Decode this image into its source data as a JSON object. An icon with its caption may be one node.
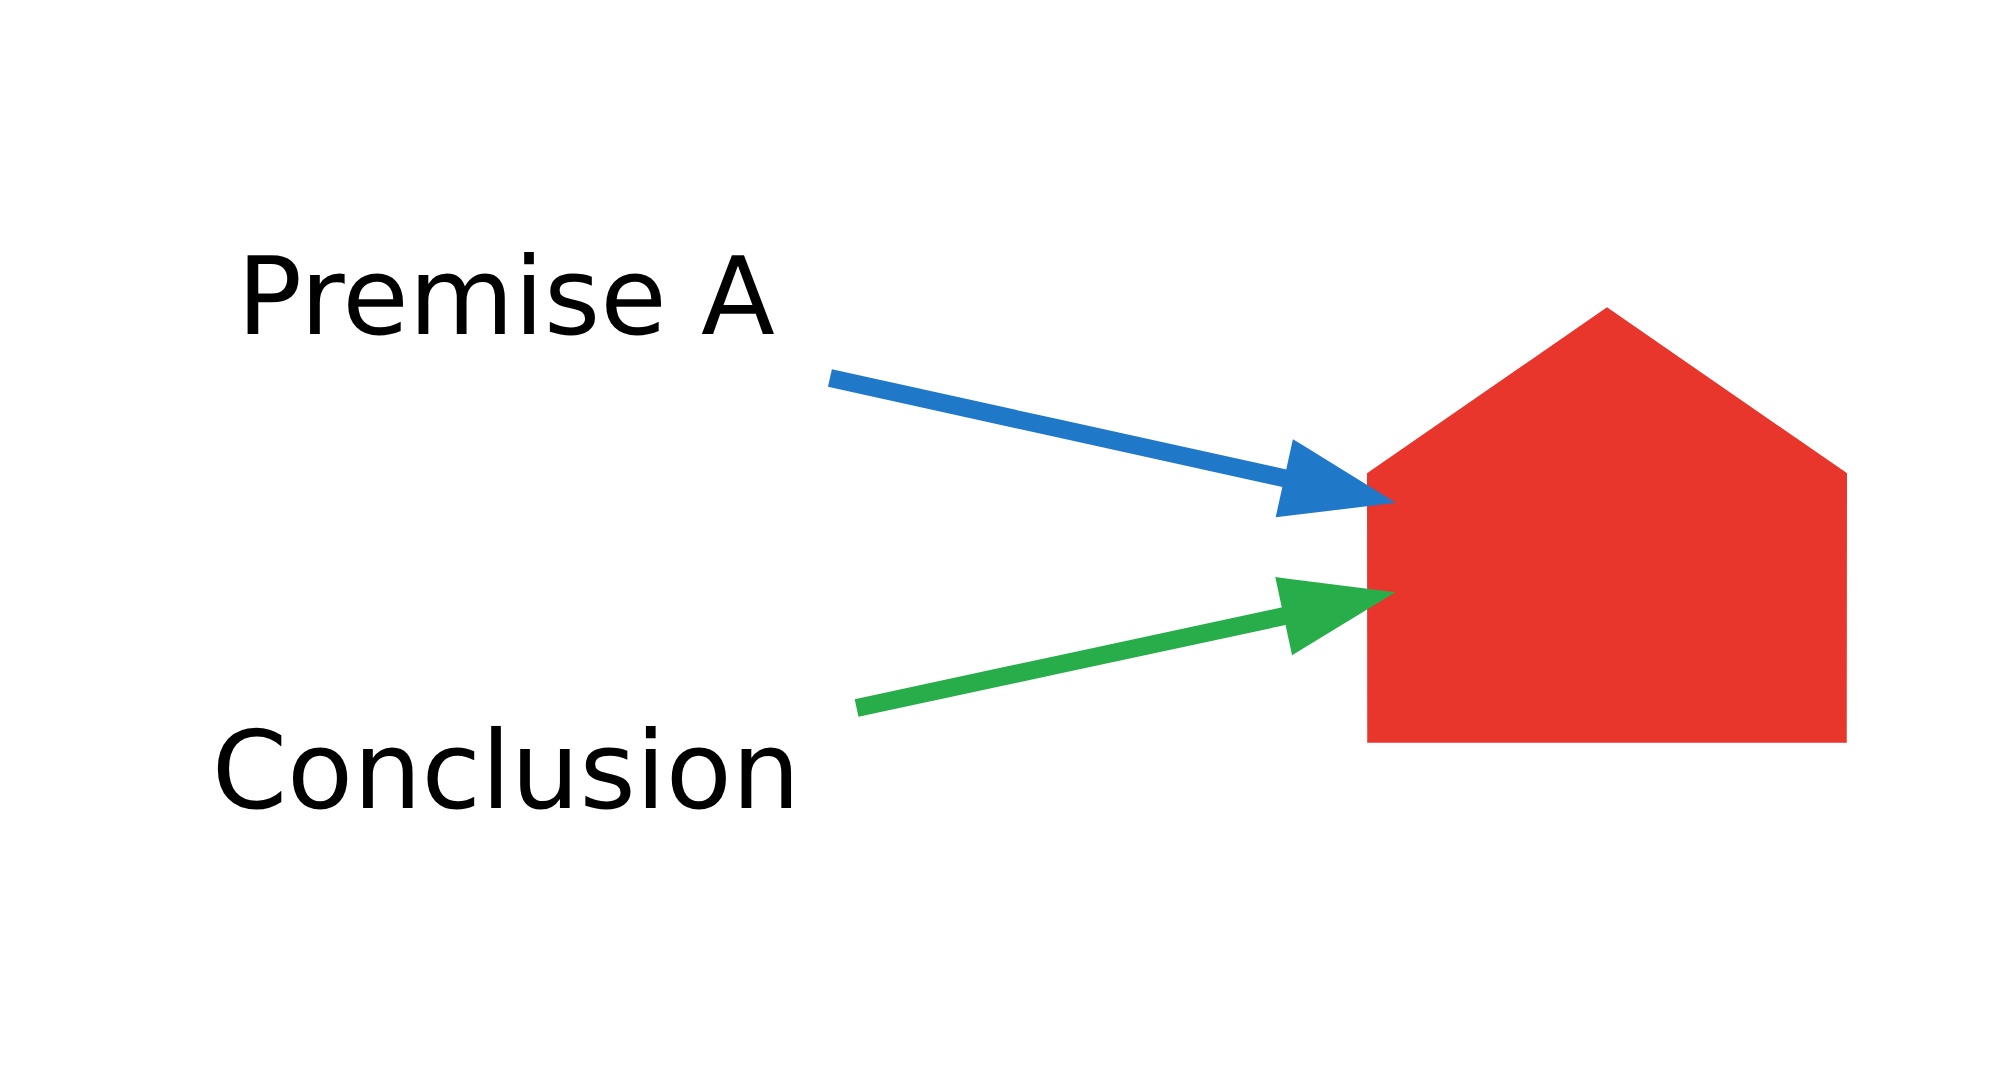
{
  "diagram": {
    "nodes": [
      {
        "text": [
          "Premise A"
        ]
      },
      {
        "text": [],
        "shape": "picture"
      },
      {
        "text": [
          "Conclusion"
        ]
      }
    ],
    "edges": [
      {
        "from": 0,
        "to": 1,
        "arrow": "to",
        "color": "#1f78c8"
      },
      {
        "from": 2,
        "to": 1,
        "arrow": "to",
        "color": "#27ad4a"
      }
    ]
  }
}
